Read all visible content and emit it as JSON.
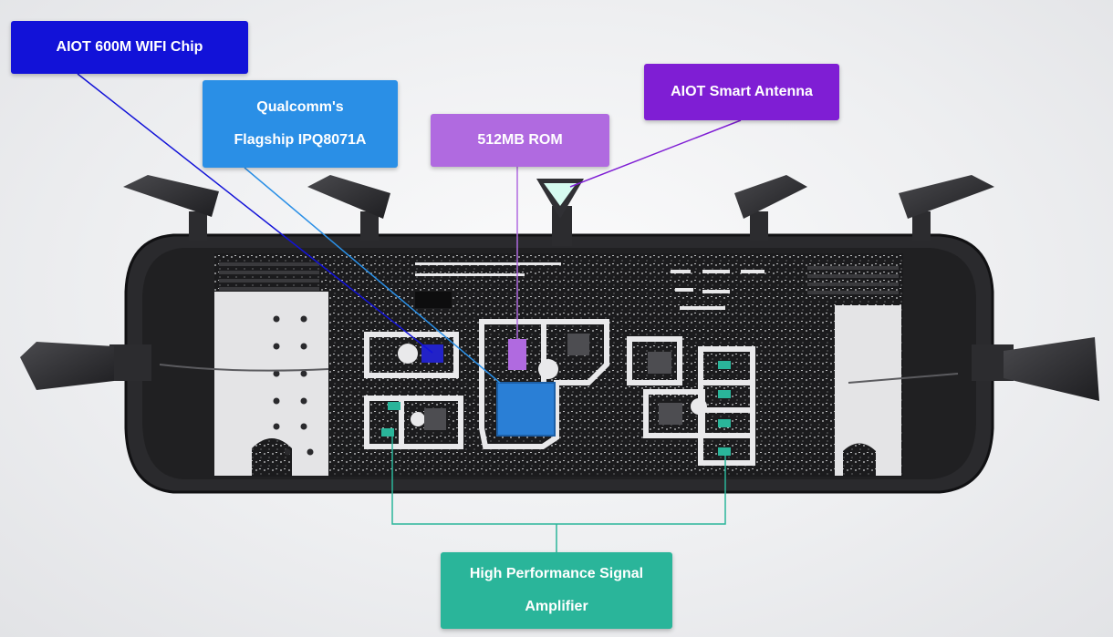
{
  "callouts": {
    "wifi_chip": {
      "label": "AIOT 600M WIFI Chip",
      "color": "#1212d8"
    },
    "qualcomm": {
      "line1": "Qualcomm's",
      "line2": "Flagship IPQ8071A",
      "color": "#2a8fe6"
    },
    "rom": {
      "label": "512MB ROM",
      "color": "#b06ae0"
    },
    "antenna": {
      "label": "AIOT Smart Antenna",
      "color": "#7f1ed4"
    },
    "amplifier": {
      "line1": "High Performance Signal",
      "line2": "Amplifier",
      "color": "#2ab59a"
    }
  },
  "device": {
    "board_color": "#1c1c1e",
    "case_color": "#2a2a2d",
    "antenna_count": 7
  }
}
